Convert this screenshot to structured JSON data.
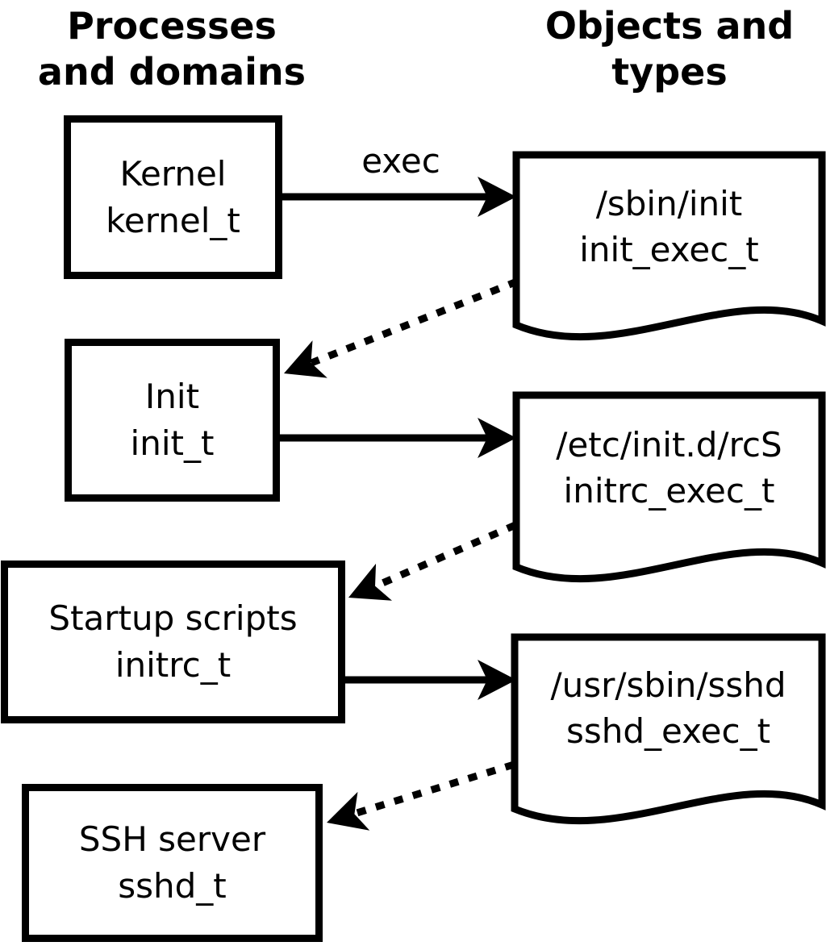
{
  "colors": {
    "foreground": "#000000",
    "background": "#ffffff"
  },
  "headers": {
    "left": {
      "line1": "Processes",
      "line2": "and domains"
    },
    "right": {
      "line1": "Objects and",
      "line2": "types"
    }
  },
  "processes": [
    {
      "name": "Kernel",
      "domain": "kernel_t"
    },
    {
      "name": "Init",
      "domain": "init_t"
    },
    {
      "name": "Startup scripts",
      "domain": "initrc_t"
    },
    {
      "name": "SSH server",
      "domain": "sshd_t"
    }
  ],
  "objects": [
    {
      "path": "/sbin/init",
      "type": "init_exec_t"
    },
    {
      "path": "/etc/init.d/rcS",
      "type": "initrc_exec_t"
    },
    {
      "path": "/usr/sbin/sshd",
      "type": "sshd_exec_t"
    }
  ],
  "arrows": {
    "exec_label": "exec"
  }
}
